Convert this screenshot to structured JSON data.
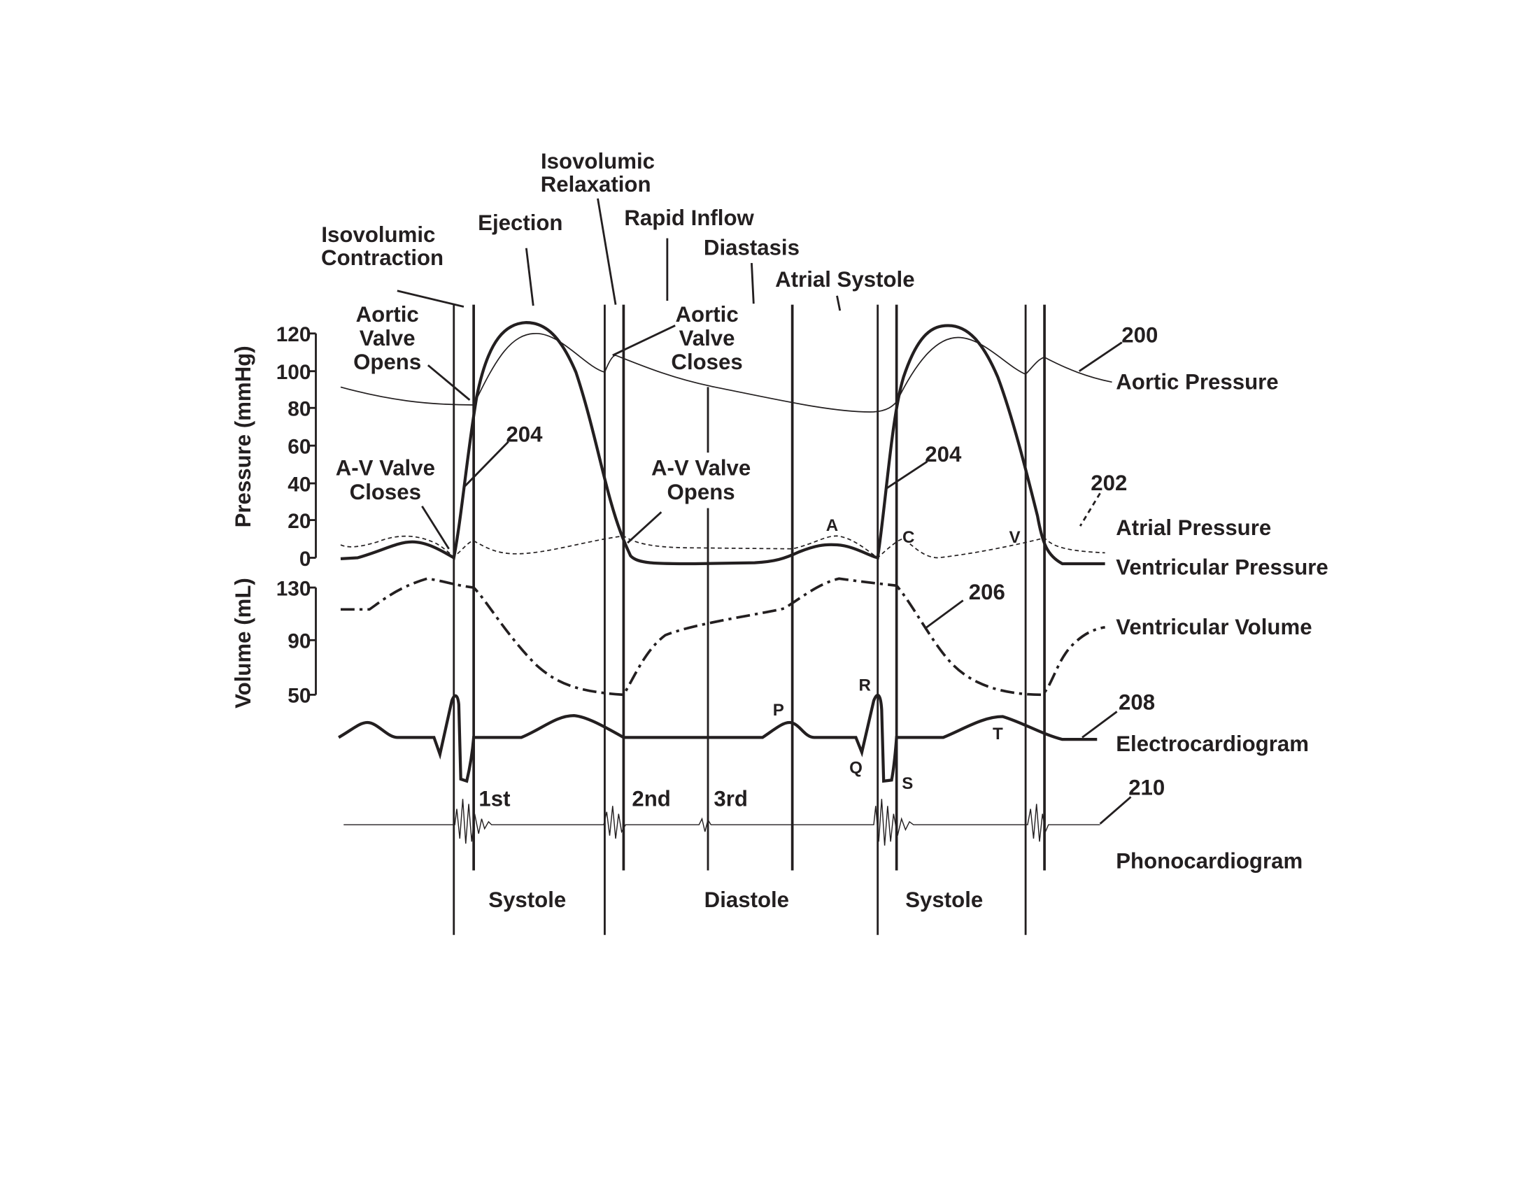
{
  "phases": {
    "isovolumic_contraction": [
      "Isovolumic",
      "Contraction"
    ],
    "ejection": "Ejection",
    "isovolumic_relaxation": [
      "Isovolumic",
      "Relaxation"
    ],
    "rapid_inflow": "Rapid Inflow",
    "diastasis": "Diastasis",
    "atrial_systole": "Atrial Systole"
  },
  "events": {
    "aortic_valve_opens": [
      "Aortic",
      "Valve",
      "Opens"
    ],
    "aortic_valve_closes": [
      "Aortic",
      "Valve",
      "Closes"
    ],
    "av_valve_closes": [
      "A-V Valve",
      "Closes"
    ],
    "av_valve_opens": [
      "A-V Valve",
      "Opens"
    ]
  },
  "axes": {
    "pressure_label": "Pressure (mmHg)",
    "pressure_ticks": [
      "120",
      "100",
      "80",
      "60",
      "40",
      "20",
      "0"
    ],
    "volume_label": "Volume (mL)",
    "volume_ticks": [
      "130",
      "90",
      "50"
    ]
  },
  "refs": {
    "r200": "200",
    "r202": "202",
    "r204a": "204",
    "r204b": "204",
    "r206": "206",
    "r208": "208",
    "r210": "210"
  },
  "wave_labels": {
    "A": "A",
    "C": "C",
    "V": "V",
    "P": "P",
    "Q": "Q",
    "R": "R",
    "S": "S",
    "T": "T"
  },
  "heart_sounds": [
    "1st",
    "2nd",
    "3rd"
  ],
  "legend": {
    "aortic_pressure": "Aortic Pressure",
    "atrial_pressure": "Atrial Pressure",
    "ventricular_pressure": "Ventricular Pressure",
    "ventricular_volume": "Ventricular Volume",
    "ecg": "Electrocardiogram",
    "phono": "Phonocardiogram"
  },
  "cycle_phases": [
    "Systole",
    "Diastole",
    "Systole"
  ]
}
